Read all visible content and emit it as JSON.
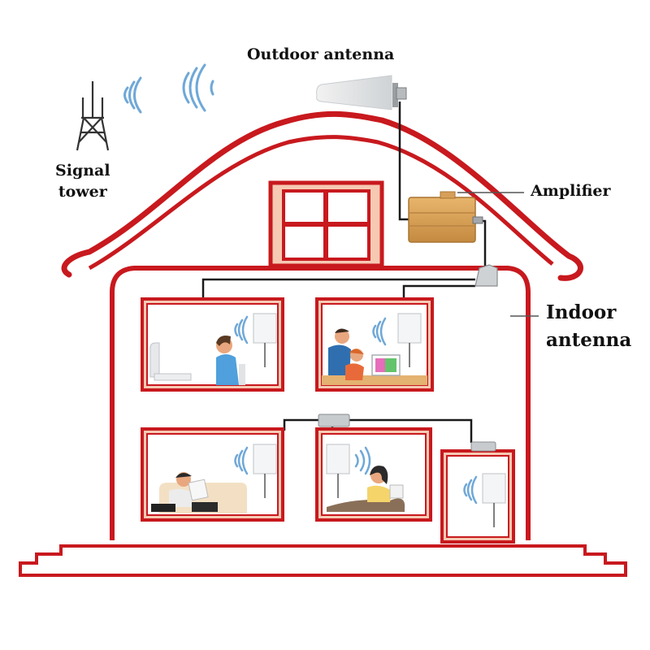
{
  "labels": {
    "outdoor_antenna": "Outdoor antenna",
    "signal_tower_line1": "Signal",
    "signal_tower_line2": "tower",
    "amplifier": "Amplifier",
    "indoor_antenna_line1": "Indoor",
    "indoor_antenna_line2": "antenna"
  },
  "colors": {
    "house_outline": "#c8191e",
    "window_fill": "#f6c9b3",
    "cable": "#1a1a1a",
    "signal_wave": "#6fa8d8",
    "amplifier_body": "#cf9a50",
    "background": "#ffffff"
  },
  "icons": [
    "signal-tower-icon",
    "outdoor-antenna-icon",
    "amplifier-icon",
    "indoor-antenna-icon",
    "signal-wave-icon",
    "splitter-icon"
  ]
}
